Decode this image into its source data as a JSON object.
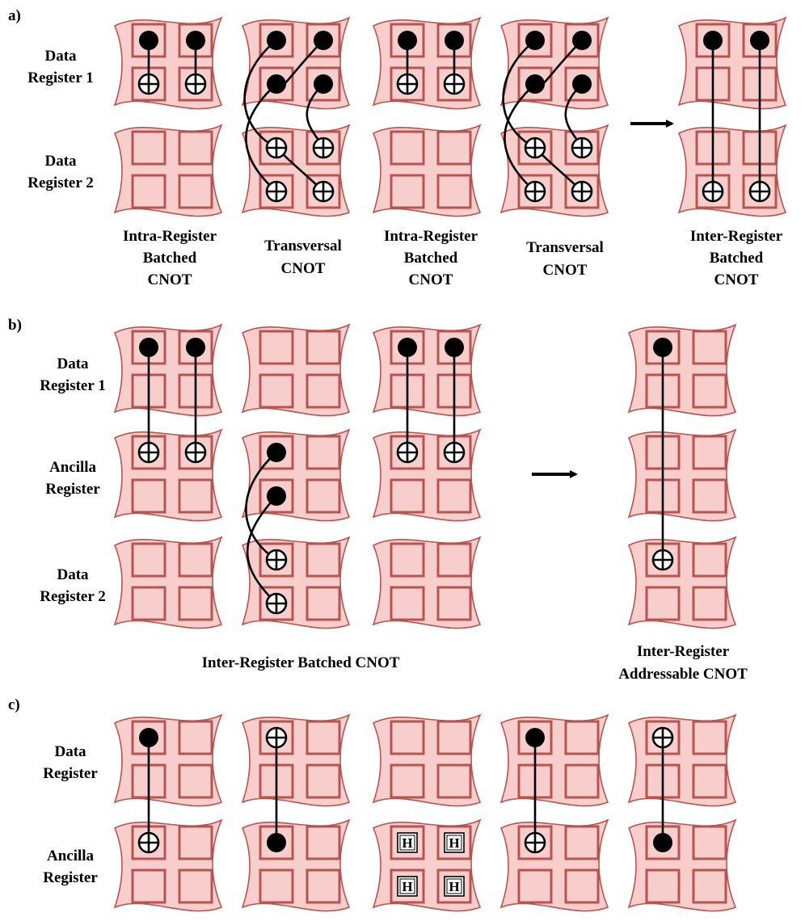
{
  "panel_a": {
    "tag": "a)",
    "row_labels": [
      [
        "Data",
        "Register 1"
      ],
      [
        "Data",
        "Register 2"
      ]
    ],
    "captions": [
      [
        "Intra-Register",
        "Batched",
        "CNOT"
      ],
      [
        "Transversal",
        "CNOT"
      ],
      [
        "Intra-Register",
        "Batched",
        "CNOT"
      ],
      [
        "Transversal",
        "CNOT"
      ],
      [
        "Inter-Register",
        "Batched",
        "CNOT"
      ]
    ]
  },
  "panel_b": {
    "tag": "b)",
    "row_labels": [
      [
        "Data",
        "Register 1"
      ],
      [
        "Ancilla",
        "Register"
      ],
      [
        "Data",
        "Register 2"
      ]
    ],
    "captions": [
      [
        "Inter-Register Batched CNOT"
      ],
      [
        "Inter-Register",
        "Addressable CNOT"
      ]
    ]
  },
  "panel_c": {
    "tag": "c)",
    "row_labels": [
      [
        "Data",
        "Register"
      ],
      [
        "Ancilla",
        "Register"
      ]
    ],
    "hadamard_label": "H"
  },
  "colors": {
    "register_fill": "#f8cecc",
    "register_stroke": "#b85450",
    "wire": "#000000"
  }
}
